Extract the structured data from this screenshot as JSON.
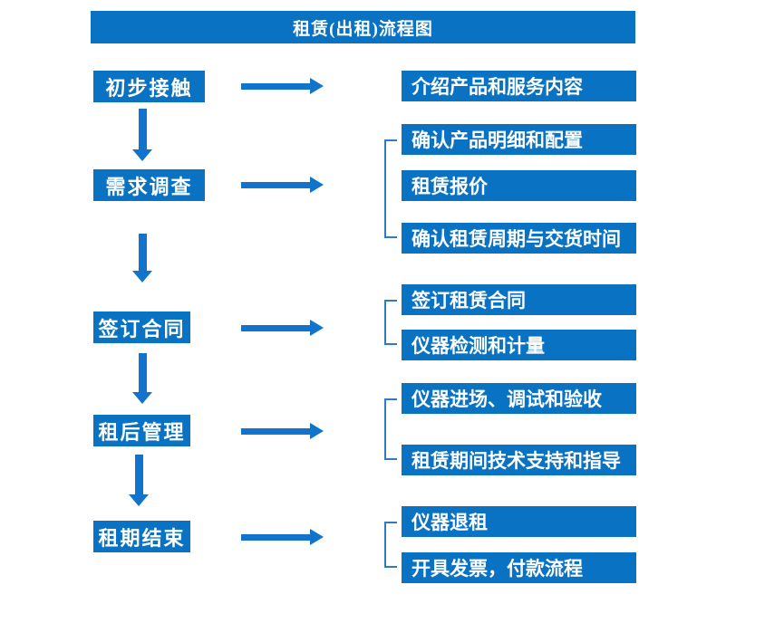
{
  "title": "租赁(出租)流程图",
  "steps": [
    {
      "label": "初步接触",
      "outputs": [
        "介绍产品和服务内容"
      ]
    },
    {
      "label": "需求调查",
      "outputs": [
        "确认产品明细和配置",
        "租赁报价",
        "确认租赁周期与交货时间"
      ]
    },
    {
      "label": "签订合同",
      "outputs": [
        "签订租赁合同",
        "仪器检测和计量"
      ]
    },
    {
      "label": "租后管理",
      "outputs": [
        "仪器进场、调试和验收",
        "租赁期间技术支持和指导"
      ]
    },
    {
      "label": "租期结束",
      "outputs": [
        "仪器退租",
        "开具发票，付款流程"
      ]
    }
  ],
  "colors": {
    "box_fill": "#0a72c2",
    "arrow": "#1173cb",
    "bracket": "#2e7bc4",
    "text": "#ffffff",
    "background": "#ffffff"
  }
}
